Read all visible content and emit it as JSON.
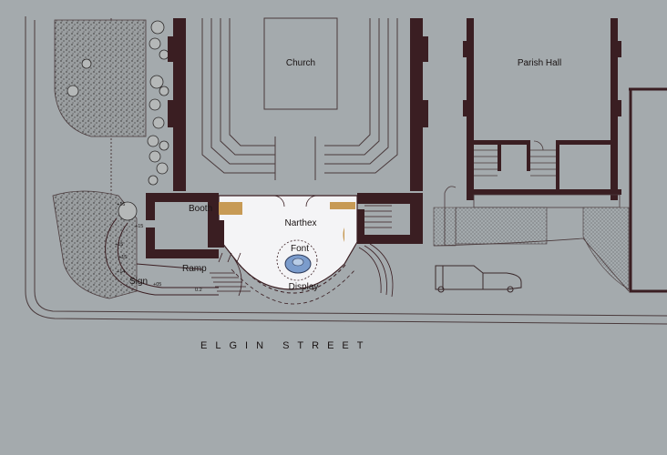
{
  "labels": {
    "church": "Church",
    "parish_hall": "Parish Hall",
    "narthex": "Narthex",
    "booth": "Booth",
    "font": "Font",
    "display": "Display",
    "ramp": "Ramp",
    "sign": "Sign",
    "street": "ELGIN STREET"
  },
  "grade_marks": [
    "+16",
    "+15",
    "+15",
    "+15",
    "+14",
    "+05",
    "0.2"
  ],
  "colors": {
    "background": "#a4aaad",
    "wall": "#3a1e22",
    "narthex_floor": "#f4f4f6",
    "font_basin": "#7b9ccc",
    "accent_wood": "#c79a55",
    "planting": "#8a8c8c",
    "line": "#4a3a3c"
  }
}
